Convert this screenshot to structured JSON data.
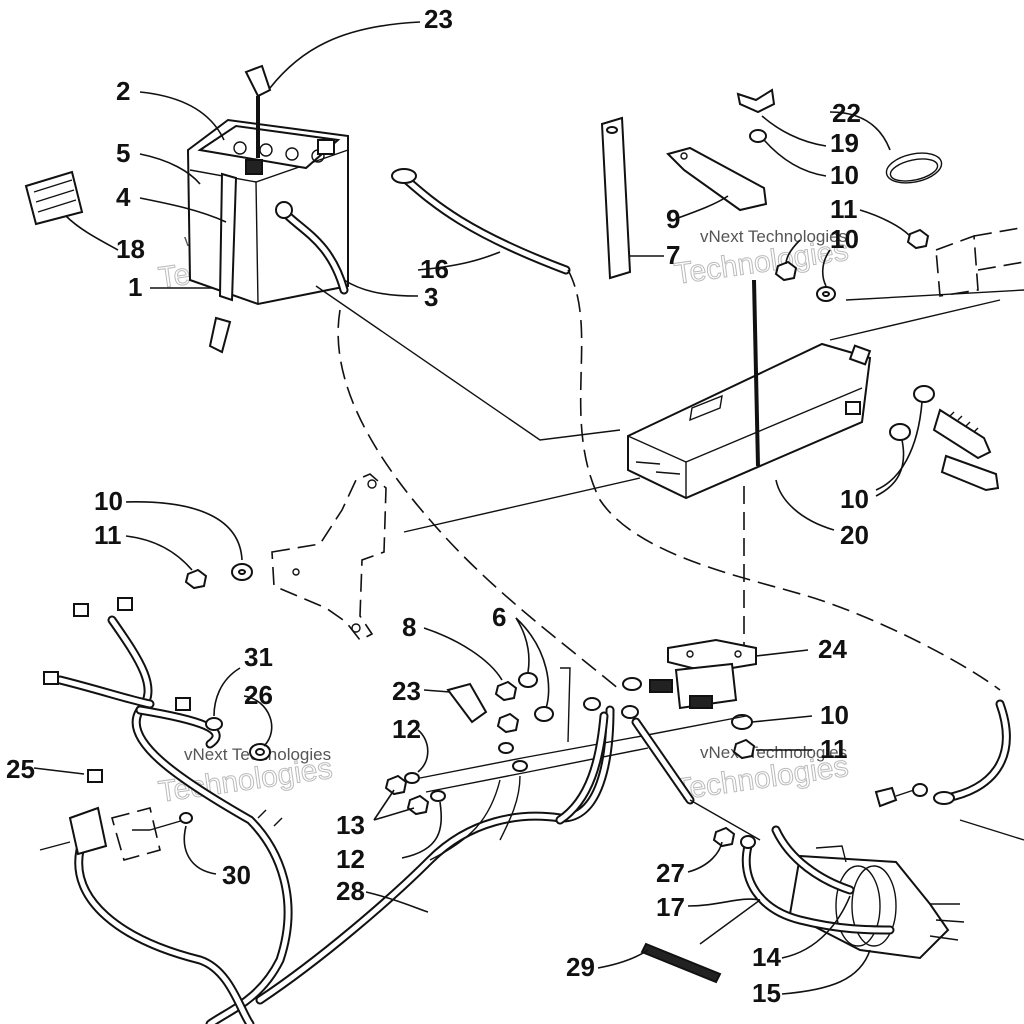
{
  "watermark": {
    "line1": "vNext Technologies",
    "line2": "Technologies"
  },
  "callouts": [
    "23",
    "2",
    "5",
    "4",
    "18",
    "1",
    "16",
    "3",
    "7",
    "9",
    "19",
    "10",
    "22",
    "11",
    "10",
    "20",
    "10",
    "10",
    "11",
    "8",
    "6",
    "24",
    "23",
    "12",
    "31",
    "26",
    "25",
    "13",
    "12",
    "30",
    "28",
    "10",
    "11",
    "27",
    "17",
    "14",
    "29",
    "15"
  ]
}
